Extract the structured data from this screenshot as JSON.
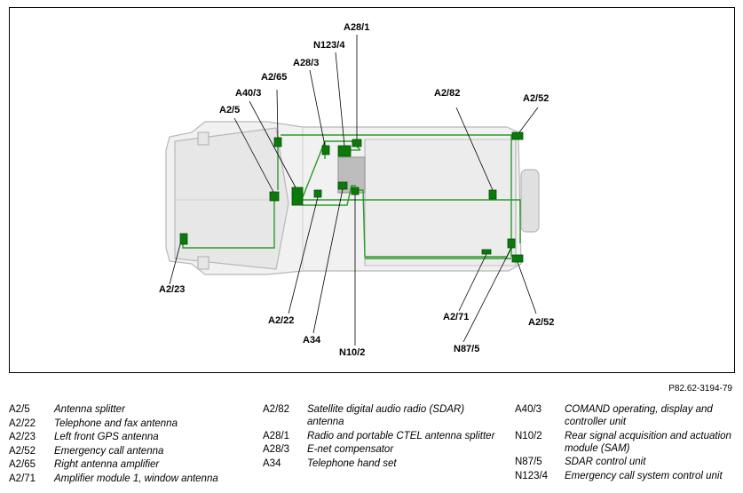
{
  "figure_ref": "P82.62-3194-79",
  "callouts": {
    "a28_1": "A28/1",
    "n123_4": "N123/4",
    "a28_3": "A28/3",
    "a2_65": "A2/65",
    "a40_3": "A40/3",
    "a2_5": "A2/5",
    "a2_82": "A2/82",
    "a2_52_top": "A2/52",
    "a2_23": "A2/23",
    "a2_22": "A2/22",
    "a34": "A34",
    "n10_2": "N10/2",
    "a2_71": "A2/71",
    "n87_5": "N87/5",
    "a2_52_bottom": "A2/52"
  },
  "legend": {
    "col1": [
      {
        "code": "A2/5",
        "desc": "Antenna splitter"
      },
      {
        "code": "A2/22",
        "desc": "Telephone and fax antenna"
      },
      {
        "code": "A2/23",
        "desc": "Left front GPS antenna"
      },
      {
        "code": "A2/52",
        "desc": "Emergency call antenna"
      },
      {
        "code": "A2/65",
        "desc": "Right antenna amplifier"
      },
      {
        "code": "A2/71",
        "desc": "Amplifier module 1, window antenna"
      }
    ],
    "col2": [
      {
        "code": "A2/82",
        "desc": "Satellite digital audio radio (SDAR) antenna"
      },
      {
        "code": "A28/1",
        "desc": "Radio and portable CTEL antenna splitter"
      },
      {
        "code": "A28/3",
        "desc": "E-net compensator"
      },
      {
        "code": "A34",
        "desc": "Telephone hand set"
      }
    ],
    "col3": [
      {
        "code": "A40/3",
        "desc": "COMAND operating, display and controller unit"
      },
      {
        "code": "N10/2",
        "desc": "Rear signal acquisition and actuation module (SAM)"
      },
      {
        "code": "N87/5",
        "desc": "SDAR control unit"
      },
      {
        "code": "N123/4",
        "desc": "Emergency call system control unit"
      }
    ]
  }
}
